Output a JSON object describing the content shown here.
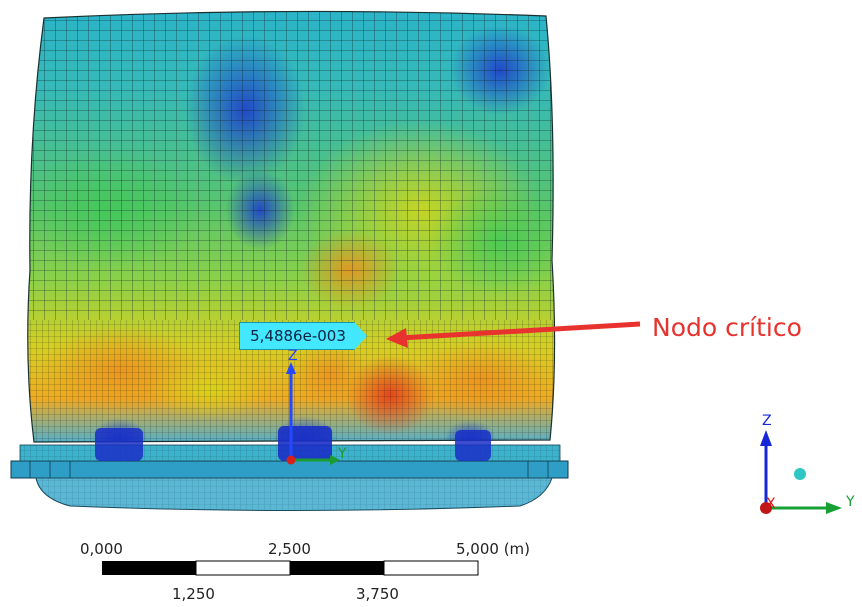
{
  "viewport": {
    "probe": {
      "value": "5,4886e-003"
    },
    "callout": {
      "label": "Nodo crítico",
      "arrow_color": "#e8322e"
    },
    "triad_main": {
      "z_label": "Z",
      "y_label": "Y"
    },
    "triad_corner": {
      "z_label": "Z",
      "y_label": "Y",
      "x_label": "X"
    },
    "scale_bar": {
      "labels_top": [
        "0,000",
        "2,500",
        "5,000 (m)"
      ],
      "labels_bottom": [
        "1,250",
        "3,750"
      ]
    },
    "colors": {
      "contour_low": "#1a2fc7",
      "contour_mid": "#6cd84a",
      "contour_high": "#e0301e",
      "base_plate": "#2f9ec7",
      "probe_bg": "#43e8ff"
    }
  }
}
